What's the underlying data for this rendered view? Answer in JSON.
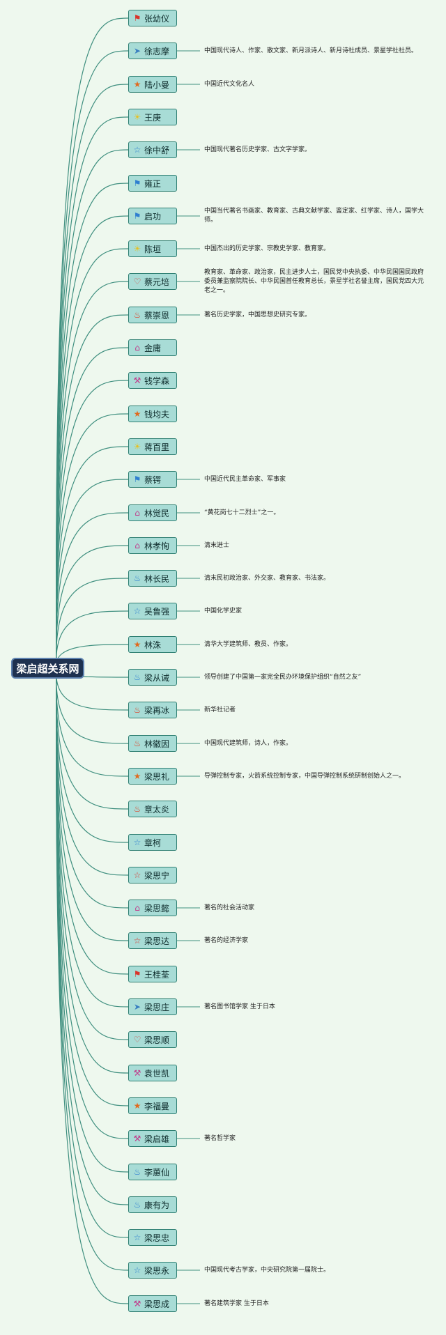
{
  "root": "梁启超关系网",
  "nodes": [
    {
      "name": "张幼仪",
      "icon": "red-flag-icon",
      "note": ""
    },
    {
      "name": "徐志摩",
      "icon": "paper-plane-icon",
      "note": "中国现代诗人、作家、散文家、新月派诗人、新月诗社成员、景星学社社员。"
    },
    {
      "name": "陆小曼",
      "icon": "orange-star-icon",
      "note": "中国近代文化名人"
    },
    {
      "name": "王庚",
      "icon": "sun-icon",
      "note": ""
    },
    {
      "name": "徐中舒",
      "icon": "star-outline-icon",
      "note": "中国现代著名历史学家、古文字学家。"
    },
    {
      "name": "雍正",
      "icon": "blue-flag-icon",
      "note": ""
    },
    {
      "name": "启功",
      "icon": "blue-flag-icon",
      "note": "中国当代著名书画家、教育家、古典文献学家、鉴定家、红学家、诗人，国学大师。"
    },
    {
      "name": "陈垣",
      "icon": "sun-icon",
      "note": "中国杰出的历史学家、宗教史学家、教育家。"
    },
    {
      "name": "蔡元培",
      "icon": "heart-icon",
      "note": "教育家、革命家、政治家，民主进步人士，国民党中央执委、中华民国国民政府委员兼监察院院长、中华民国首任教育总长，景星学社名誉主席，国民党四大元老之一。"
    },
    {
      "name": "蔡崇恩",
      "icon": "fire-icon",
      "note": "著名历史学家，中国思想史研究专家。"
    },
    {
      "name": "金庸",
      "icon": "house-icon",
      "note": ""
    },
    {
      "name": "钱学森",
      "icon": "wand-icon",
      "note": ""
    },
    {
      "name": "钱均夫",
      "icon": "orange-star-icon",
      "note": ""
    },
    {
      "name": "蒋百里",
      "icon": "sun-icon",
      "note": ""
    },
    {
      "name": "蔡锷",
      "icon": "blue-flag-icon",
      "note": "中国近代民主革命家、军事家"
    },
    {
      "name": "林觉民",
      "icon": "house-icon",
      "note": "“黄花岗七十二烈士”之一。"
    },
    {
      "name": "林孝恂",
      "icon": "house-icon",
      "note": "清末进士"
    },
    {
      "name": "林长民",
      "icon": "blue-fire-icon",
      "note": "清末民初政治家、外交家、教育家、书法家。"
    },
    {
      "name": "吴鲁强",
      "icon": "star-outline-icon",
      "note": "中国化学史家"
    },
    {
      "name": "林洙",
      "icon": "orange-star-icon",
      "note": "清华大学建筑师、教员、作家。"
    },
    {
      "name": "梁从诫",
      "icon": "blue-fire-icon",
      "note": "领导创建了中国第一家完全民办环境保护组织“自然之友”"
    },
    {
      "name": "梁再冰",
      "icon": "fire-icon",
      "note": "新华社记者"
    },
    {
      "name": "林徽因",
      "icon": "fire-icon",
      "note": "中国现代建筑师，诗人，作家。"
    },
    {
      "name": "梁思礼",
      "icon": "orange-star-icon",
      "note": "导弹控制专家，火箭系统控制专家，中国导弹控制系统研制创始人之一。"
    },
    {
      "name": "章太炎",
      "icon": "fire-icon",
      "note": ""
    },
    {
      "name": "章柯",
      "icon": "star-outline-icon",
      "note": ""
    },
    {
      "name": "梁思宁",
      "icon": "red-star-outline-icon",
      "note": ""
    },
    {
      "name": "梁思懿",
      "icon": "house-icon",
      "note": "著名的社会活动家"
    },
    {
      "name": "梁思达",
      "icon": "red-star-outline-icon",
      "note": "著名的经济学家"
    },
    {
      "name": "王桂荃",
      "icon": "red-flag-icon",
      "note": ""
    },
    {
      "name": "梁思庄",
      "icon": "paper-plane-icon",
      "note": "著名图书馆学家 生于日本"
    },
    {
      "name": "梁思顺",
      "icon": "heart-icon",
      "note": ""
    },
    {
      "name": "袁世凯",
      "icon": "wand-icon",
      "note": ""
    },
    {
      "name": "李福曼",
      "icon": "orange-star-icon",
      "note": ""
    },
    {
      "name": "梁启雄",
      "icon": "wand-icon",
      "note": "著名哲学家"
    },
    {
      "name": "李蕙仙",
      "icon": "blue-fire-icon",
      "note": ""
    },
    {
      "name": "康有为",
      "icon": "blue-fire-icon",
      "note": ""
    },
    {
      "name": "梁思忠",
      "icon": "star-outline-icon",
      "note": ""
    },
    {
      "name": "梁思永",
      "icon": "star-outline-icon",
      "note": "中国现代考古学家，中央研究院第一届院士。"
    },
    {
      "name": "梁思成",
      "icon": "wand-icon",
      "note": "著名建筑学家 生于日本"
    }
  ],
  "colors": {
    "background": "#eef8ee",
    "link": "#3f8f7f",
    "node_fill": "#a8dcd6",
    "node_border": "#2f7f72",
    "root_fill": "#1e3150",
    "root_border": "#5e82b0"
  }
}
